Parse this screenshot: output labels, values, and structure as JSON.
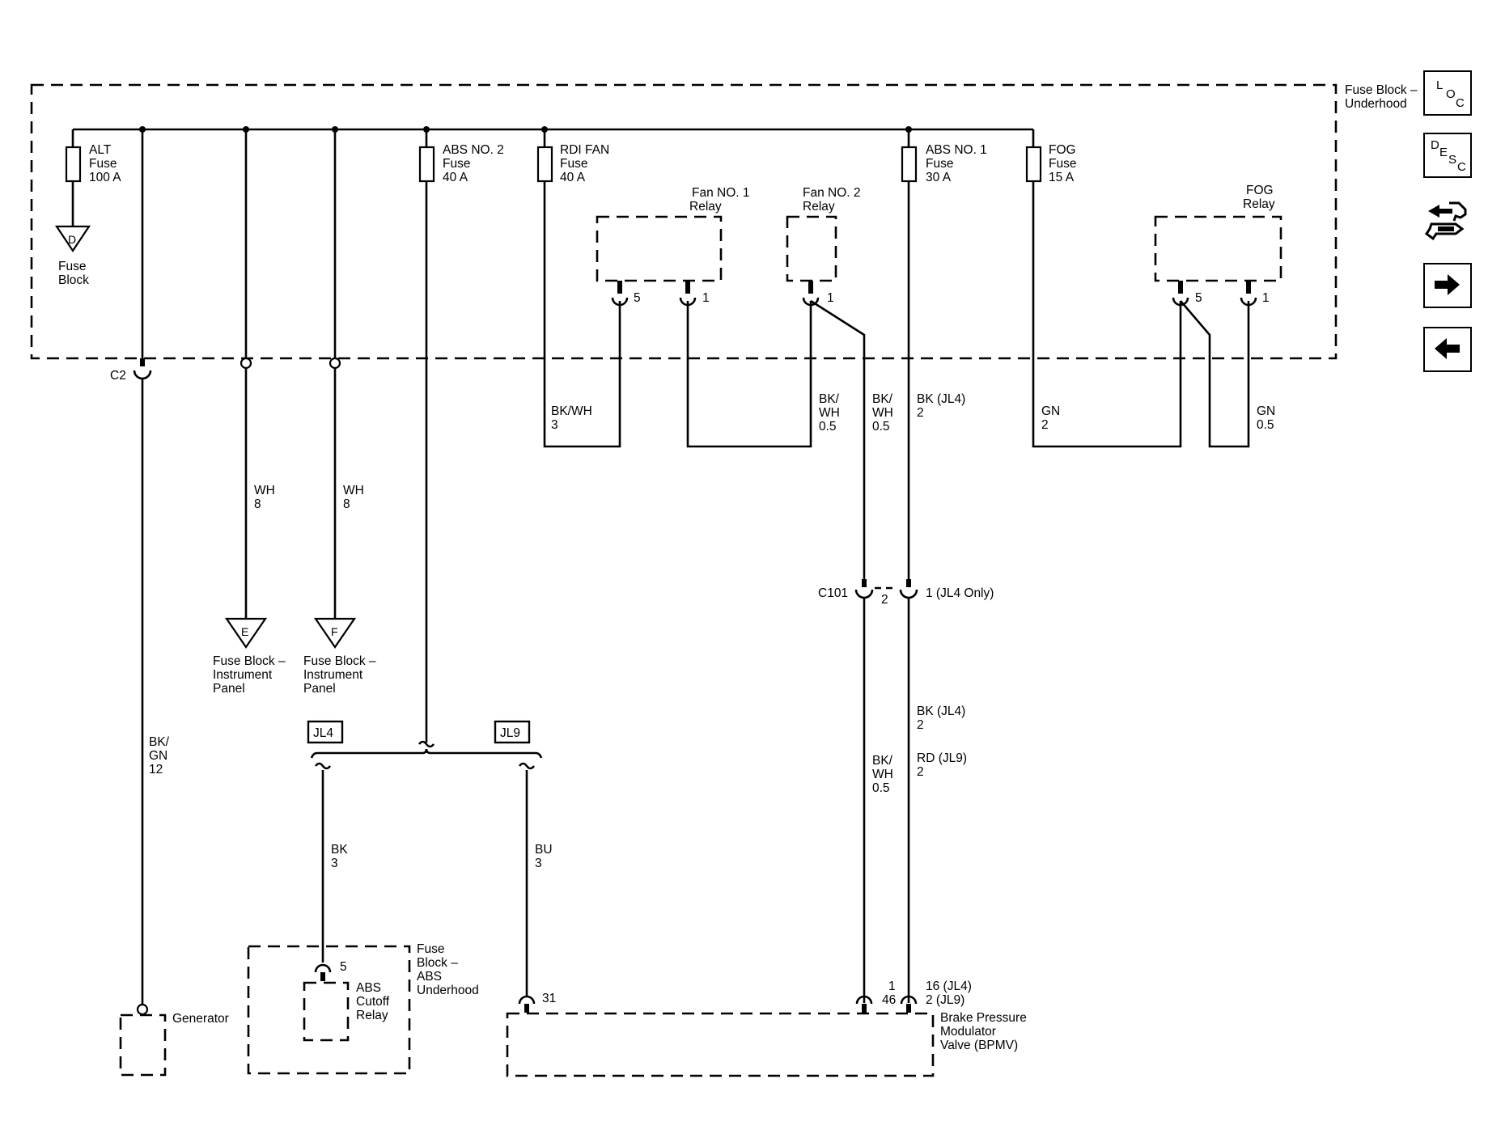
{
  "nav": {
    "loc": [
      "L",
      "O",
      "C"
    ],
    "desc": [
      "D",
      "E",
      "S",
      "C"
    ]
  },
  "labels": {
    "fuse_block_underhood": [
      "Fuse Block –",
      "Underhood"
    ],
    "alt_fuse": [
      "ALT",
      "Fuse",
      "100 A"
    ],
    "abs2_fuse": [
      "ABS NO. 2",
      "Fuse",
      "40 A"
    ],
    "rdi_fuse": [
      "RDI FAN",
      "Fuse",
      "40 A"
    ],
    "abs1_fuse": [
      "ABS NO. 1",
      "Fuse",
      "30 A"
    ],
    "fog_fuse": [
      "FOG",
      "Fuse",
      "15 A"
    ],
    "fan1_relay": [
      "Fan NO. 1",
      "Relay"
    ],
    "fan2_relay": [
      "Fan NO. 2",
      "Relay"
    ],
    "fog_relay": [
      "FOG",
      "Relay"
    ],
    "ground_d": "D",
    "ground_e": "E",
    "ground_f": "F",
    "fuse_block_d": [
      "Fuse",
      "Block"
    ],
    "fuse_block_ip_e": [
      "Fuse Block –",
      "Instrument",
      "Panel"
    ],
    "fuse_block_ip_f": [
      "Fuse Block –",
      "Instrument",
      "Panel"
    ],
    "pin_5": "5",
    "pin_1": "1",
    "c2": "C2",
    "c101": "C101",
    "c101_pin2": "2",
    "c101_pin1": "1 (JL4 Only)",
    "jl4": "JL4",
    "jl9": "JL9",
    "abs_cutoff_relay": [
      "ABS",
      "Cutoff",
      "Relay"
    ],
    "fuse_block_abs": [
      "Fuse",
      "Block –",
      "ABS",
      "Underhood"
    ],
    "generator": "Generator",
    "bpmv": [
      "Brake Pressure",
      "Modulator",
      "Valve (BPMV)"
    ],
    "pin_31": "31",
    "pin_1_46": [
      "1",
      "46"
    ],
    "pin_16_2": [
      "16 (JL4)",
      "2 (JL9)"
    ]
  },
  "wires": {
    "bkwh_3": [
      "BK/WH",
      "3"
    ],
    "bkwh_05_a": [
      "BK/",
      "WH",
      "0.5"
    ],
    "bkwh_05_b": [
      "BK/",
      "WH",
      "0.5"
    ],
    "bk_jl4_2_top": [
      "BK (JL4)",
      "2"
    ],
    "gn_2": [
      "GN",
      "2"
    ],
    "gn_05": [
      "GN",
      "0.5"
    ],
    "wh_8_a": [
      "WH",
      "8"
    ],
    "wh_8_b": [
      "WH",
      "8"
    ],
    "bkgn_12": [
      "BK/",
      "GN",
      "12"
    ],
    "bk_3": [
      "BK",
      "3"
    ],
    "bu_3": [
      "BU",
      "3"
    ],
    "bkwh_05_c": [
      "BK/",
      "WH",
      "0.5"
    ],
    "bk_jl4_2_bot": [
      "BK (JL4)",
      "2"
    ],
    "rd_jl9_2": [
      "RD (JL9)",
      "2"
    ]
  }
}
